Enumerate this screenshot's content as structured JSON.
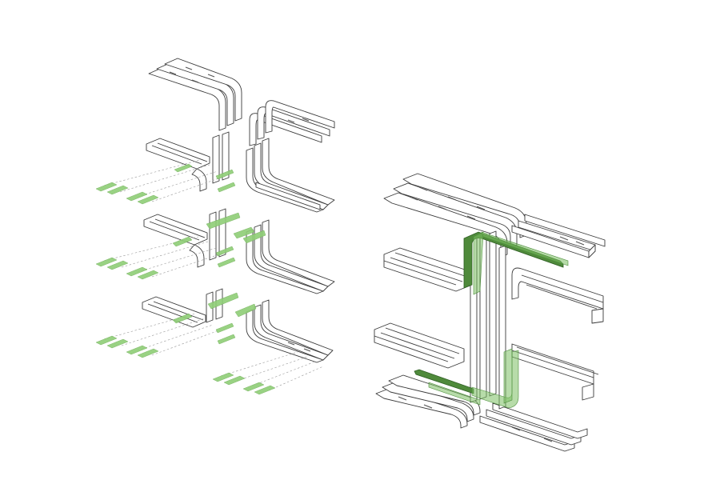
{
  "figure": {
    "left_view": "exploded-axonometric",
    "right_view": "assembled-axonometric",
    "colors": {
      "line": "#3a3a3a",
      "highlight_light": "#8fce76",
      "highlight_dark": "#4f8a3b",
      "guide": "#9a9a9a",
      "background": "#ffffff"
    },
    "exploded_levels": 3,
    "assembled_levels": 3
  }
}
